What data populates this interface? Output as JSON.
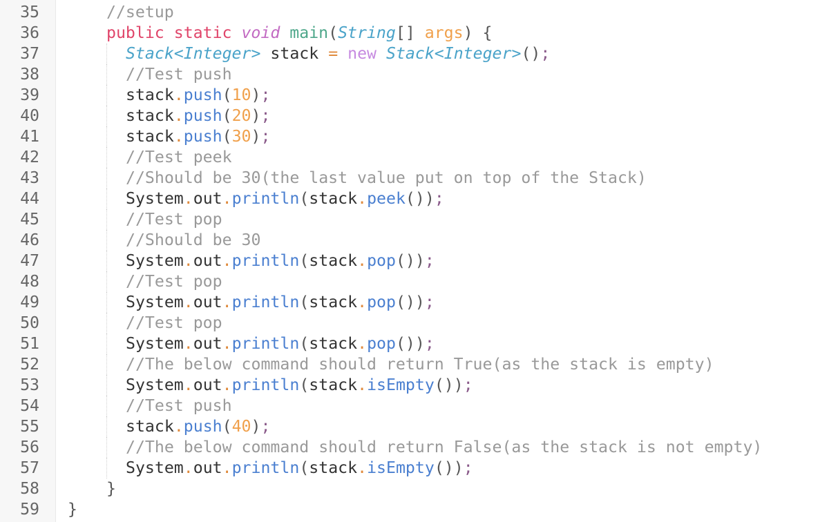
{
  "editor": {
    "language": "java",
    "colors": {
      "background": "#ffffff",
      "gutter": "#f7f7f7",
      "line_number": "#666666",
      "comment": "#999999",
      "keyword": "#e0456a",
      "type": "#4aa3c9",
      "method": "#4a7fd0",
      "number": "#f0a04b",
      "function_name": "#4ea78a"
    },
    "lines": [
      {
        "number": "35",
        "indent": 2,
        "tokens": [
          {
            "t": "comment",
            "v": "//setup"
          }
        ]
      },
      {
        "number": "36",
        "indent": 2,
        "tokens": [
          {
            "t": "keyword",
            "v": "public"
          },
          {
            "t": "text",
            "v": " "
          },
          {
            "t": "keyword",
            "v": "static"
          },
          {
            "t": "text",
            "v": " "
          },
          {
            "t": "kwit",
            "v": "void"
          },
          {
            "t": "text",
            "v": " "
          },
          {
            "t": "func",
            "v": "main"
          },
          {
            "t": "punct",
            "v": "("
          },
          {
            "t": "type",
            "v": "String"
          },
          {
            "t": "punct",
            "v": "[]"
          },
          {
            "t": "text",
            "v": " "
          },
          {
            "t": "param",
            "v": "args"
          },
          {
            "t": "punct",
            "v": ")"
          },
          {
            "t": "text",
            "v": " "
          },
          {
            "t": "punct",
            "v": "{"
          }
        ]
      },
      {
        "number": "37",
        "indent": 3,
        "tokens": [
          {
            "t": "type",
            "v": "Stack<Integer>"
          },
          {
            "t": "text",
            "v": " stack "
          },
          {
            "t": "op",
            "v": "="
          },
          {
            "t": "text",
            "v": " "
          },
          {
            "t": "new",
            "v": "new"
          },
          {
            "t": "text",
            "v": " "
          },
          {
            "t": "type",
            "v": "Stack<Integer>"
          },
          {
            "t": "punct",
            "v": "()"
          },
          {
            "t": "semi",
            "v": ";"
          }
        ]
      },
      {
        "number": "38",
        "indent": 3,
        "tokens": [
          {
            "t": "comment",
            "v": "//Test push"
          }
        ]
      },
      {
        "number": "39",
        "indent": 3,
        "tokens": [
          {
            "t": "text",
            "v": "stack"
          },
          {
            "t": "op",
            "v": "."
          },
          {
            "t": "method",
            "v": "push"
          },
          {
            "t": "punct",
            "v": "("
          },
          {
            "t": "number",
            "v": "10"
          },
          {
            "t": "punct",
            "v": ")"
          },
          {
            "t": "semi",
            "v": ";"
          }
        ]
      },
      {
        "number": "40",
        "indent": 3,
        "tokens": [
          {
            "t": "text",
            "v": "stack"
          },
          {
            "t": "op",
            "v": "."
          },
          {
            "t": "method",
            "v": "push"
          },
          {
            "t": "punct",
            "v": "("
          },
          {
            "t": "number",
            "v": "20"
          },
          {
            "t": "punct",
            "v": ")"
          },
          {
            "t": "semi",
            "v": ";"
          }
        ]
      },
      {
        "number": "41",
        "indent": 3,
        "tokens": [
          {
            "t": "text",
            "v": "stack"
          },
          {
            "t": "op",
            "v": "."
          },
          {
            "t": "method",
            "v": "push"
          },
          {
            "t": "punct",
            "v": "("
          },
          {
            "t": "number",
            "v": "30"
          },
          {
            "t": "punct",
            "v": ")"
          },
          {
            "t": "semi",
            "v": ";"
          }
        ]
      },
      {
        "number": "42",
        "indent": 3,
        "tokens": [
          {
            "t": "comment",
            "v": "//Test peek"
          }
        ]
      },
      {
        "number": "43",
        "indent": 3,
        "tokens": [
          {
            "t": "comment",
            "v": "//Should be 30(the last value put on top of the Stack)"
          }
        ]
      },
      {
        "number": "44",
        "indent": 3,
        "tokens": [
          {
            "t": "text",
            "v": "System"
          },
          {
            "t": "op",
            "v": "."
          },
          {
            "t": "text",
            "v": "out"
          },
          {
            "t": "op",
            "v": "."
          },
          {
            "t": "method",
            "v": "println"
          },
          {
            "t": "punct",
            "v": "("
          },
          {
            "t": "text",
            "v": "stack"
          },
          {
            "t": "op",
            "v": "."
          },
          {
            "t": "method",
            "v": "peek"
          },
          {
            "t": "punct",
            "v": "())"
          },
          {
            "t": "semi",
            "v": ";"
          }
        ]
      },
      {
        "number": "45",
        "indent": 3,
        "tokens": [
          {
            "t": "comment",
            "v": "//Test pop"
          }
        ]
      },
      {
        "number": "46",
        "indent": 3,
        "tokens": [
          {
            "t": "comment",
            "v": "//Should be 30"
          }
        ]
      },
      {
        "number": "47",
        "indent": 3,
        "tokens": [
          {
            "t": "text",
            "v": "System"
          },
          {
            "t": "op",
            "v": "."
          },
          {
            "t": "text",
            "v": "out"
          },
          {
            "t": "op",
            "v": "."
          },
          {
            "t": "method",
            "v": "println"
          },
          {
            "t": "punct",
            "v": "("
          },
          {
            "t": "text",
            "v": "stack"
          },
          {
            "t": "op",
            "v": "."
          },
          {
            "t": "method",
            "v": "pop"
          },
          {
            "t": "punct",
            "v": "())"
          },
          {
            "t": "semi",
            "v": ";"
          }
        ]
      },
      {
        "number": "48",
        "indent": 3,
        "tokens": [
          {
            "t": "comment",
            "v": "//Test pop"
          }
        ]
      },
      {
        "number": "49",
        "indent": 3,
        "tokens": [
          {
            "t": "text",
            "v": "System"
          },
          {
            "t": "op",
            "v": "."
          },
          {
            "t": "text",
            "v": "out"
          },
          {
            "t": "op",
            "v": "."
          },
          {
            "t": "method",
            "v": "println"
          },
          {
            "t": "punct",
            "v": "("
          },
          {
            "t": "text",
            "v": "stack"
          },
          {
            "t": "op",
            "v": "."
          },
          {
            "t": "method",
            "v": "pop"
          },
          {
            "t": "punct",
            "v": "())"
          },
          {
            "t": "semi",
            "v": ";"
          }
        ]
      },
      {
        "number": "50",
        "indent": 3,
        "tokens": [
          {
            "t": "comment",
            "v": "//Test pop"
          }
        ]
      },
      {
        "number": "51",
        "indent": 3,
        "tokens": [
          {
            "t": "text",
            "v": "System"
          },
          {
            "t": "op",
            "v": "."
          },
          {
            "t": "text",
            "v": "out"
          },
          {
            "t": "op",
            "v": "."
          },
          {
            "t": "method",
            "v": "println"
          },
          {
            "t": "punct",
            "v": "("
          },
          {
            "t": "text",
            "v": "stack"
          },
          {
            "t": "op",
            "v": "."
          },
          {
            "t": "method",
            "v": "pop"
          },
          {
            "t": "punct",
            "v": "())"
          },
          {
            "t": "semi",
            "v": ";"
          }
        ]
      },
      {
        "number": "52",
        "indent": 3,
        "tokens": [
          {
            "t": "comment",
            "v": "//The below command should return True(as the stack is empty)"
          }
        ]
      },
      {
        "number": "53",
        "indent": 3,
        "tokens": [
          {
            "t": "text",
            "v": "System"
          },
          {
            "t": "op",
            "v": "."
          },
          {
            "t": "text",
            "v": "out"
          },
          {
            "t": "op",
            "v": "."
          },
          {
            "t": "method",
            "v": "println"
          },
          {
            "t": "punct",
            "v": "("
          },
          {
            "t": "text",
            "v": "stack"
          },
          {
            "t": "op",
            "v": "."
          },
          {
            "t": "method",
            "v": "isEmpty"
          },
          {
            "t": "punct",
            "v": "())"
          },
          {
            "t": "semi",
            "v": ";"
          }
        ]
      },
      {
        "number": "54",
        "indent": 3,
        "tokens": [
          {
            "t": "comment",
            "v": "//Test push"
          }
        ]
      },
      {
        "number": "55",
        "indent": 3,
        "tokens": [
          {
            "t": "text",
            "v": "stack"
          },
          {
            "t": "op",
            "v": "."
          },
          {
            "t": "method",
            "v": "push"
          },
          {
            "t": "punct",
            "v": "("
          },
          {
            "t": "number",
            "v": "40"
          },
          {
            "t": "punct",
            "v": ")"
          },
          {
            "t": "semi",
            "v": ";"
          }
        ]
      },
      {
        "number": "56",
        "indent": 3,
        "tokens": [
          {
            "t": "comment",
            "v": "//The below command should return False(as the stack is not empty)"
          }
        ]
      },
      {
        "number": "57",
        "indent": 3,
        "tokens": [
          {
            "t": "text",
            "v": "System"
          },
          {
            "t": "op",
            "v": "."
          },
          {
            "t": "text",
            "v": "out"
          },
          {
            "t": "op",
            "v": "."
          },
          {
            "t": "method",
            "v": "println"
          },
          {
            "t": "punct",
            "v": "("
          },
          {
            "t": "text",
            "v": "stack"
          },
          {
            "t": "op",
            "v": "."
          },
          {
            "t": "method",
            "v": "isEmpty"
          },
          {
            "t": "punct",
            "v": "())"
          },
          {
            "t": "semi",
            "v": ";"
          }
        ]
      },
      {
        "number": "58",
        "indent": 2,
        "tokens": [
          {
            "t": "punct",
            "v": "}"
          }
        ]
      },
      {
        "number": "59",
        "indent": 0,
        "tokens": [
          {
            "t": "punct",
            "v": "}"
          }
        ]
      }
    ]
  }
}
